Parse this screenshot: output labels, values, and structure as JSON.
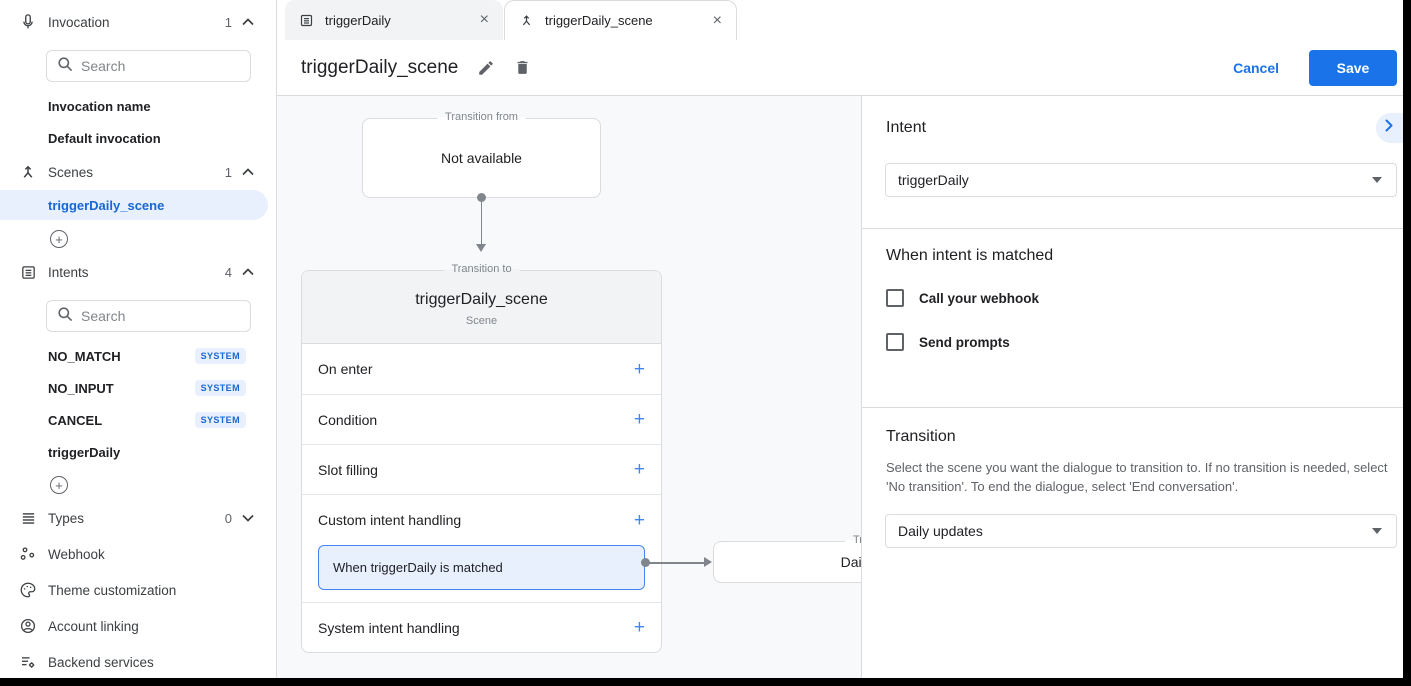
{
  "colors": {
    "accent": "#1a73e8",
    "selection_bg": "#e8f0fe",
    "canvas_bg": "#f8f9fa",
    "badge_text": "#1967d2"
  },
  "sidebar": {
    "invocation": {
      "label": "Invocation",
      "count": "1"
    },
    "invocation_search_placeholder": "Search",
    "invocation_items": [
      {
        "label": "Invocation name"
      },
      {
        "label": "Default invocation"
      }
    ],
    "scenes": {
      "label": "Scenes",
      "count": "1"
    },
    "scene_items": [
      {
        "label": "triggerDaily_scene"
      }
    ],
    "intents": {
      "label": "Intents",
      "count": "4"
    },
    "intents_search_placeholder": "Search",
    "intent_items": [
      {
        "label": "NO_MATCH",
        "badge": "SYSTEM"
      },
      {
        "label": "NO_INPUT",
        "badge": "SYSTEM"
      },
      {
        "label": "CANCEL",
        "badge": "SYSTEM"
      },
      {
        "label": "triggerDaily"
      }
    ],
    "types": {
      "label": "Types",
      "count": "0"
    },
    "webhook_label": "Webhook",
    "theme_label": "Theme customization",
    "account_label": "Account linking",
    "backend_label": "Backend services"
  },
  "tabs": [
    {
      "label": "triggerDaily"
    },
    {
      "label": "triggerDaily_scene"
    }
  ],
  "header": {
    "title": "triggerDaily_scene",
    "cancel_label": "Cancel",
    "save_label": "Save"
  },
  "canvas": {
    "transition_from": {
      "legend": "Transition from",
      "text": "Not available"
    },
    "scene_card": {
      "legend": "Transition to",
      "title": "triggerDaily_scene",
      "subtitle": "Scene",
      "add_icon": "+",
      "rows": [
        {
          "label": "On enter"
        },
        {
          "label": "Condition"
        },
        {
          "label": "Slot filling"
        },
        {
          "label": "Custom intent handling"
        },
        {
          "label": "System intent handling"
        }
      ],
      "handler_label": "When triggerDaily is matched"
    },
    "next_card": {
      "legend": "Transition to",
      "text": "Daily updates"
    }
  },
  "panel": {
    "intent": {
      "heading": "Intent",
      "value": "triggerDaily"
    },
    "matched": {
      "heading": "When intent is matched",
      "checkboxes": [
        {
          "label": "Call your webhook",
          "checked": false
        },
        {
          "label": "Send prompts",
          "checked": false
        }
      ]
    },
    "transition": {
      "heading": "Transition",
      "description": "Select the scene you want the dialogue to transition to. If no transition is needed, select 'No transition'. To end the dialogue, select 'End conversation'.",
      "value": "Daily updates"
    }
  }
}
